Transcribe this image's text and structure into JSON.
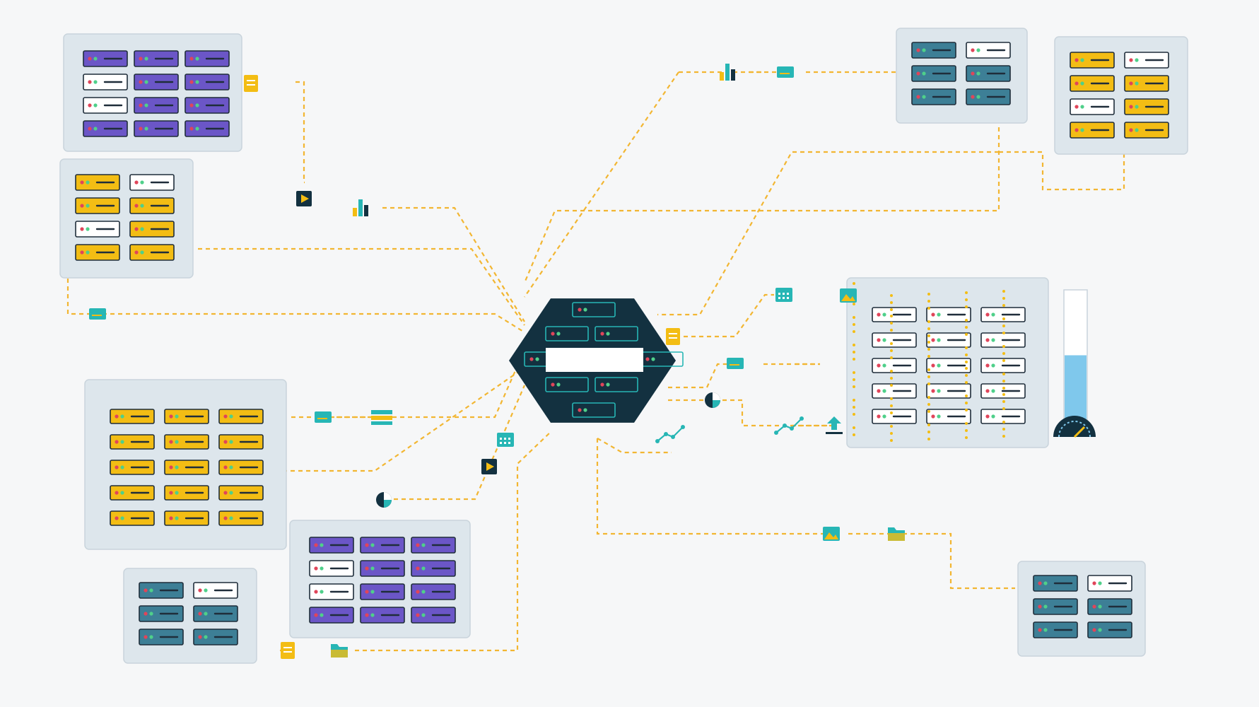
{
  "colors": {
    "background": "#f6f7f8",
    "connector": "#f2b632",
    "panel_fill": "#dde6ec",
    "hub_fill": "#133140",
    "server_purple": "#6b56c7",
    "server_yellow": "#f3bd14",
    "server_teal": "#3d7f96",
    "server_white": "#ffffff",
    "led_red": "#e0455a",
    "led_green": "#4fd08a",
    "accent_teal": "#27b6b5",
    "gauge_fill": "#7fc8ec"
  },
  "hub": {
    "name": "central-hub",
    "highlight": "white bar"
  },
  "server_clusters": [
    {
      "name": "purple-rack-top-left",
      "style": "purple",
      "rows": 4,
      "cols": 3,
      "selected": [
        [
          1,
          0
        ],
        [
          2,
          0
        ]
      ]
    },
    {
      "name": "yellow-rack-left",
      "style": "yellow",
      "rows": 4,
      "cols": 2,
      "selected": [
        [
          0,
          1
        ],
        [
          2,
          0
        ]
      ]
    },
    {
      "name": "yellow-rack-bottom-left",
      "style": "yellow",
      "rows": 5,
      "cols": 3,
      "selected": []
    },
    {
      "name": "teal-rack-bottom-left",
      "style": "teal",
      "rows": 3,
      "cols": 2,
      "selected": [
        [
          0,
          1
        ]
      ]
    },
    {
      "name": "purple-rack-bottom-center",
      "style": "purple",
      "rows": 4,
      "cols": 3,
      "selected": [
        [
          1,
          0
        ],
        [
          2,
          0
        ]
      ]
    },
    {
      "name": "teal-rack-top-right",
      "style": "teal",
      "rows": 3,
      "cols": 2,
      "selected": [
        [
          0,
          1
        ]
      ]
    },
    {
      "name": "yellow-rack-top-right",
      "style": "yellow",
      "rows": 4,
      "cols": 2,
      "selected": [
        [
          0,
          1
        ],
        [
          2,
          0
        ]
      ]
    },
    {
      "name": "white-rack-right",
      "style": "white",
      "rows": 5,
      "cols": 3,
      "selected": []
    },
    {
      "name": "teal-rack-bottom-right",
      "style": "teal",
      "rows": 3,
      "cols": 2,
      "selected": [
        [
          0,
          1
        ]
      ]
    }
  ],
  "icons": [
    {
      "name": "document-icon",
      "kind": "document"
    },
    {
      "name": "play-icon",
      "kind": "play"
    },
    {
      "name": "bar-chart-icon",
      "kind": "bar-chart"
    },
    {
      "name": "card-icon",
      "kind": "card"
    },
    {
      "name": "card-icon",
      "kind": "card"
    },
    {
      "name": "stack-icon",
      "kind": "stack"
    },
    {
      "name": "calendar-icon",
      "kind": "calendar"
    },
    {
      "name": "play-icon",
      "kind": "play"
    },
    {
      "name": "pie-chart-icon",
      "kind": "pie"
    },
    {
      "name": "document-icon",
      "kind": "document"
    },
    {
      "name": "folder-icon",
      "kind": "folder"
    },
    {
      "name": "bar-chart-icon",
      "kind": "bar-chart"
    },
    {
      "name": "card-icon",
      "kind": "card"
    },
    {
      "name": "document-icon",
      "kind": "document"
    },
    {
      "name": "calendar-icon",
      "kind": "calendar"
    },
    {
      "name": "card-icon",
      "kind": "card"
    },
    {
      "name": "pie-chart-icon",
      "kind": "pie"
    },
    {
      "name": "line-graph-icon",
      "kind": "line-graph"
    },
    {
      "name": "line-graph-icon",
      "kind": "line-graph"
    },
    {
      "name": "upload-icon",
      "kind": "upload"
    },
    {
      "name": "image-icon",
      "kind": "image"
    },
    {
      "name": "image-icon",
      "kind": "image"
    },
    {
      "name": "folder-icon",
      "kind": "folder"
    }
  ],
  "storage_gauge": {
    "name": "storage-level-gauge",
    "fill_fraction": 0.5
  },
  "speed_gauge": {
    "name": "speed-gauge-icon"
  }
}
